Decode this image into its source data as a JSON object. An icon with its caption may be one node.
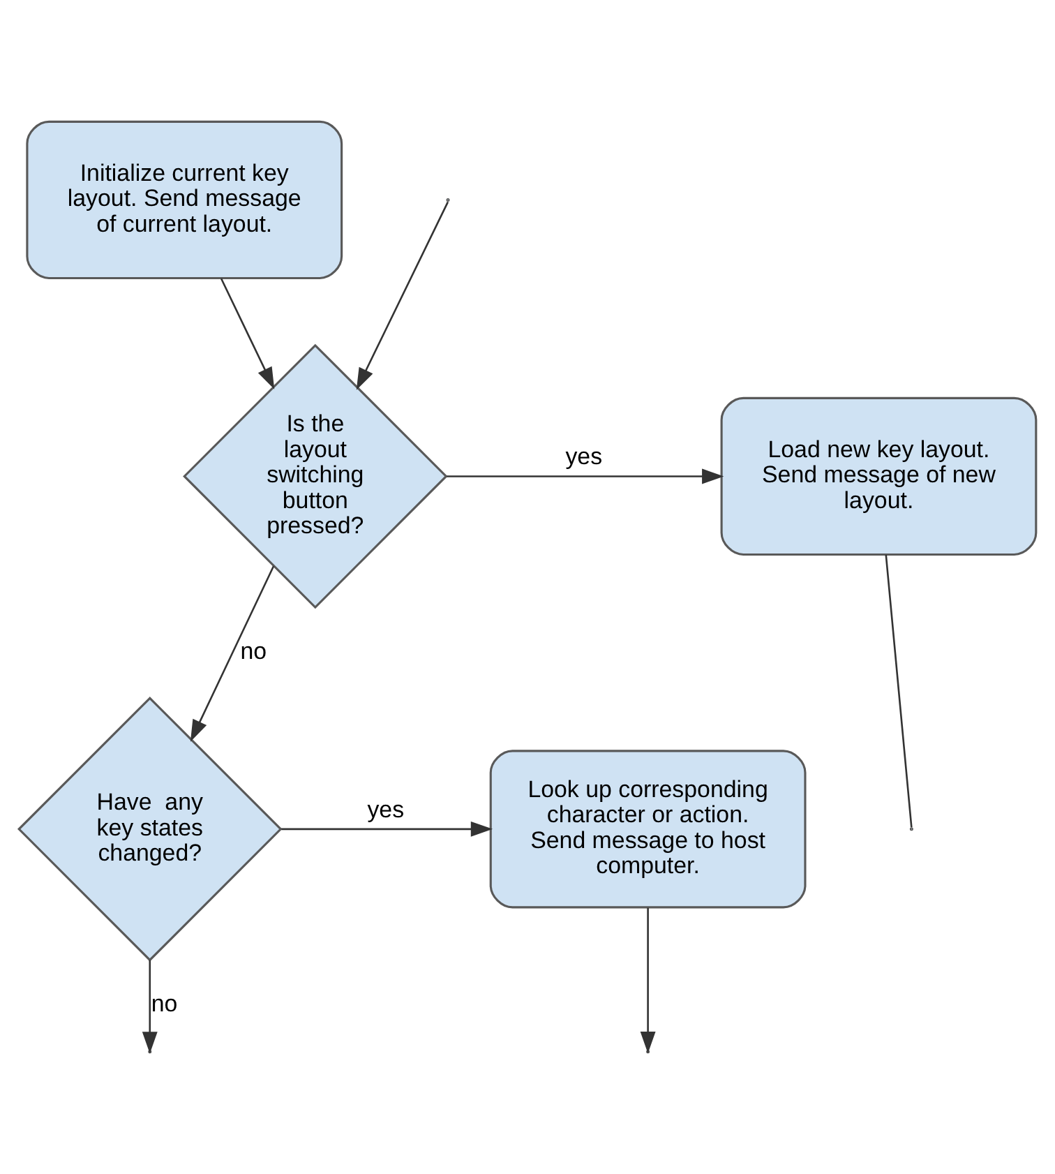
{
  "diagram": {
    "nodes": [
      {
        "text": [
          "Initialize current key layout. Send message of current layout."
        ]
      },
      {
        "text": [
          "Is the layout switching button pressed?"
        ]
      },
      {
        "text": [
          "Load new key layout. Send message of new layout."
        ]
      },
      {
        "text": [
          "Have  any key states changed?"
        ]
      },
      {
        "text": [
          "Look up corresponding character or action. Send message to host computer."
        ]
      }
    ],
    "edges": [
      {
        "from": 0,
        "to": 1,
        "arrow": "to"
      },
      {
        "from": null,
        "to": 1,
        "arrow": "to"
      },
      {
        "from": 1,
        "to": 2,
        "arrow": "to",
        "label": "yes"
      },
      {
        "from": 2,
        "to": null,
        "arrow": "none"
      },
      {
        "from": 1,
        "to": 3,
        "arrow": "to",
        "label": "no"
      },
      {
        "from": 3,
        "to": 4,
        "arrow": "to",
        "label": "yes"
      },
      {
        "from": 4,
        "to": null,
        "arrow": "to"
      },
      {
        "from": 3,
        "to": null,
        "arrow": "to",
        "label": "no"
      }
    ]
  }
}
